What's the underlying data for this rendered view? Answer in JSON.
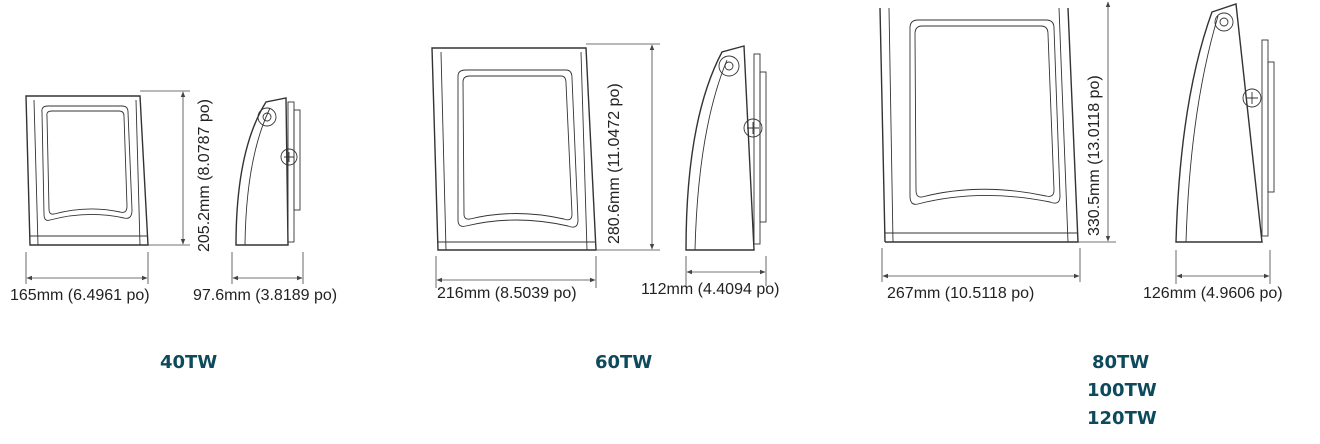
{
  "colors": {
    "model_label": "#0d4a5c",
    "line": "#333333",
    "text": "#222222"
  },
  "groups": [
    {
      "front_width": "165mm (6.4961 po)",
      "front_height": "205.2mm (8.0787 po)",
      "side_depth": "97.6mm (3.8189 po)",
      "models": [
        "40TW"
      ]
    },
    {
      "front_width": "216mm (8.5039 po)",
      "front_height": "280.6mm (11.0472 po)",
      "side_depth": "112mm (4.4094 po)",
      "models": [
        "60TW"
      ]
    },
    {
      "front_width": "267mm (10.5118 po)",
      "front_height": "330.5mm (13.0118 po)",
      "side_depth": "126mm (4.9606 po)",
      "models": [
        "80TW",
        "100TW",
        "120TW"
      ]
    }
  ]
}
